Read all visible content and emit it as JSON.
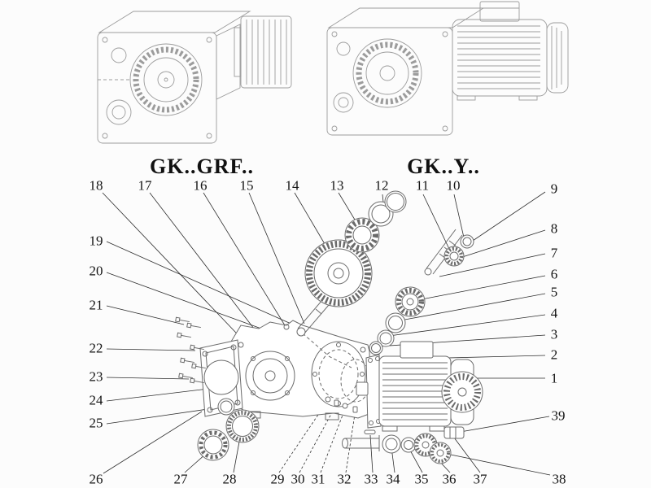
{
  "diagram": {
    "left_title": "GK..GRF..",
    "right_title": "GK..Y..",
    "type": "exploded-parts-diagram"
  },
  "callouts": [
    "18",
    "17",
    "16",
    "15",
    "14",
    "13",
    "12",
    "11",
    "10",
    "9",
    "8",
    "7",
    "6",
    "5",
    "4",
    "3",
    "2",
    "1",
    "39",
    "38",
    "19",
    "20",
    "21",
    "22",
    "23",
    "24",
    "25",
    "26",
    "27",
    "28",
    "29",
    "30",
    "31",
    "32",
    "33",
    "34",
    "35",
    "36",
    "37"
  ]
}
